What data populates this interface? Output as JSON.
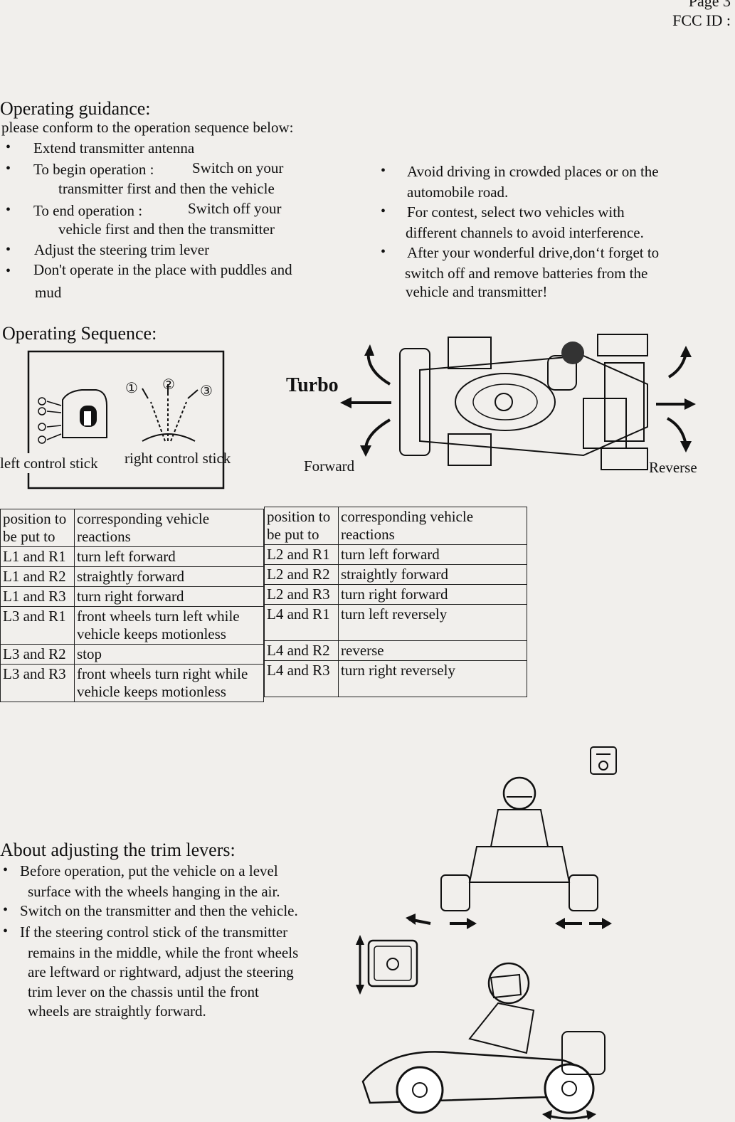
{
  "header": {
    "page": "Page 3",
    "fcc_id": "FCC ID :"
  },
  "guidance": {
    "title": "Operating guidance:",
    "intro": "please conform to the operation sequence below:",
    "left_items": [
      {
        "a": "Extend transmitter antenna"
      },
      {
        "a": "To begin operation :",
        "b": "Switch on your",
        "c": "transmitter first and then the vehicle"
      },
      {
        "a": "To end operation :",
        "b": "Switch off your",
        "c": "vehicle first and then the transmitter"
      },
      {
        "a": "Adjust the steering trim lever"
      },
      {
        "a": "Don't operate in the place with puddles and",
        "c": "mud"
      }
    ],
    "right_items": [
      {
        "a": "Avoid driving in crowded places or on the",
        "c": "automobile road."
      },
      {
        "a": "For contest, select two vehicles with",
        "c": "different channels to avoid interference."
      },
      {
        "a": "After your wonderful drive,don‘t forget to",
        "b": "switch off and remove batteries from the",
        "c": "vehicle and transmitter!"
      }
    ]
  },
  "sequence": {
    "title": "Operating Sequence:",
    "left_stick": "left control stick",
    "right_stick": "right control stick",
    "turbo": "Turbo",
    "forward": "Forward",
    "reverse": "Reverse",
    "markers": [
      "①",
      "②",
      "③"
    ]
  },
  "table": {
    "col1": [
      "position to",
      "be put to"
    ],
    "col2": [
      "corresponding vehicle",
      "reactions"
    ],
    "left_rows": [
      {
        "pos": "L1 and R1",
        "r1": "turn left forward",
        "r2": ""
      },
      {
        "pos": "L1 and R2",
        "r1": "straightly forward",
        "r2": ""
      },
      {
        "pos": "L1 and R3",
        "r1": "turn right forward",
        "r2": ""
      },
      {
        "pos": "L3 and R1",
        "r1": "front wheels turn left while",
        "r2": "vehicle keeps motionless"
      },
      {
        "pos": "L3 and R2",
        "r1": "stop",
        "r2": ""
      },
      {
        "pos": "L3 and R3",
        "r1": "front wheels turn right while",
        "r2": "vehicle keeps motionless"
      }
    ],
    "right_rows": [
      {
        "pos": "L2 and R1",
        "r1": "turn left forward"
      },
      {
        "pos": "L2 and R2",
        "r1": "straightly forward"
      },
      {
        "pos": "L2 and R3",
        "r1": "turn right forward"
      },
      {
        "pos": "L4 and R1",
        "r1": "turn left reversely"
      },
      {
        "pos": "L4 and R2",
        "r1": "reverse"
      },
      {
        "pos": "L4 and R3",
        "r1": "turn right reversely"
      }
    ]
  },
  "trim": {
    "title": "About adjusting the trim levers:",
    "items": [
      [
        "Before operation, put the vehicle on a level",
        "surface with the wheels hanging in the air."
      ],
      [
        "Switch on the transmitter and then the vehicle."
      ],
      [
        "If the steering control stick of the transmitter",
        "remains in the middle, while the front wheels",
        "are leftward or rightward, adjust the steering",
        "trim lever on the chassis until the front",
        "wheels are straightly forward."
      ]
    ]
  }
}
